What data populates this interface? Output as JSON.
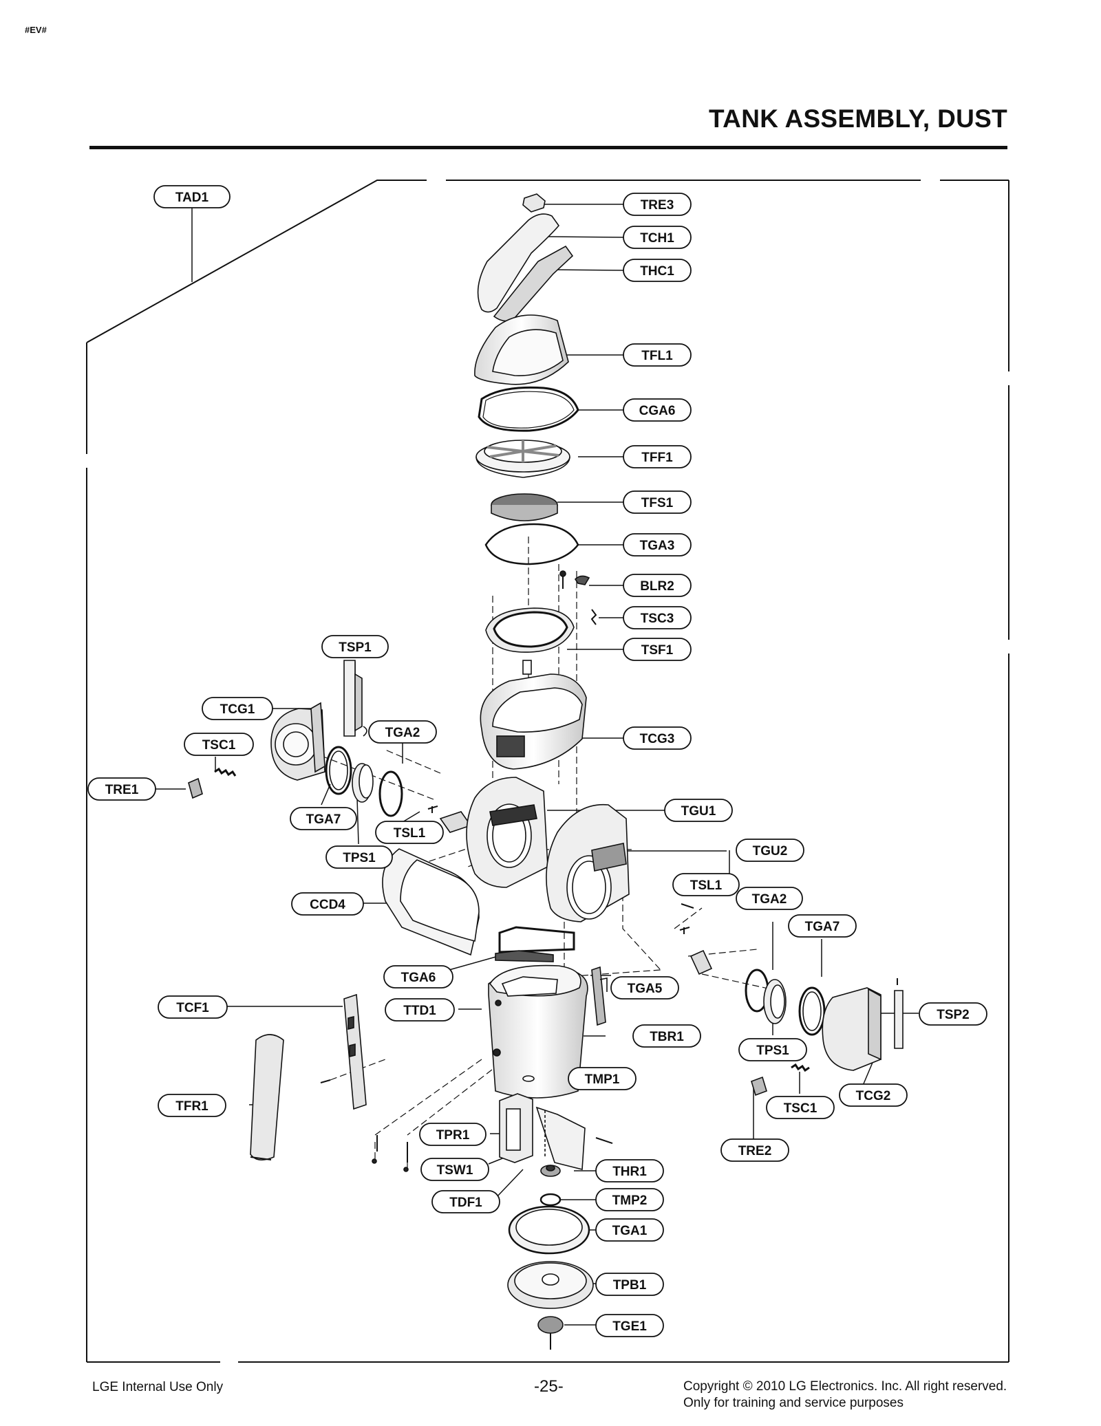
{
  "header": {
    "doc_code": "#EV#",
    "title": "TANK ASSEMBLY, DUST"
  },
  "callouts": [
    {
      "id": "TAD1",
      "label": "TAD1"
    },
    {
      "id": "TRE3",
      "label": "TRE3"
    },
    {
      "id": "TCH1",
      "label": "TCH1"
    },
    {
      "id": "THC1",
      "label": "THC1"
    },
    {
      "id": "TFL1",
      "label": "TFL1"
    },
    {
      "id": "CGA6",
      "label": "CGA6"
    },
    {
      "id": "TFF1",
      "label": "TFF1"
    },
    {
      "id": "TFS1",
      "label": "TFS1"
    },
    {
      "id": "TGA3",
      "label": "TGA3"
    },
    {
      "id": "BLR2",
      "label": "BLR2"
    },
    {
      "id": "TSC3",
      "label": "TSC3"
    },
    {
      "id": "TSF1",
      "label": "TSF1"
    },
    {
      "id": "TSP1",
      "label": "TSP1"
    },
    {
      "id": "TCG1",
      "label": "TCG1"
    },
    {
      "id": "TGA2-left",
      "label": "TGA2"
    },
    {
      "id": "TSC1-left",
      "label": "TSC1"
    },
    {
      "id": "TCG3",
      "label": "TCG3"
    },
    {
      "id": "TRE1",
      "label": "TRE1"
    },
    {
      "id": "TGA7-left",
      "label": "TGA7"
    },
    {
      "id": "TSL1-left",
      "label": "TSL1"
    },
    {
      "id": "TGU1",
      "label": "TGU1"
    },
    {
      "id": "TPS1-left",
      "label": "TPS1"
    },
    {
      "id": "TGU2",
      "label": "TGU2"
    },
    {
      "id": "TSL1-right",
      "label": "TSL1"
    },
    {
      "id": "CCD4",
      "label": "CCD4"
    },
    {
      "id": "TGA2-right",
      "label": "TGA2"
    },
    {
      "id": "TGA7-right",
      "label": "TGA7"
    },
    {
      "id": "TGA6",
      "label": "TGA6"
    },
    {
      "id": "TGA5",
      "label": "TGA5"
    },
    {
      "id": "TCF1",
      "label": "TCF1"
    },
    {
      "id": "TTD1",
      "label": "TTD1"
    },
    {
      "id": "TSP2",
      "label": "TSP2"
    },
    {
      "id": "TBR1",
      "label": "TBR1"
    },
    {
      "id": "TPS1-right",
      "label": "TPS1"
    },
    {
      "id": "TMP1",
      "label": "TMP1"
    },
    {
      "id": "TCG2",
      "label": "TCG2"
    },
    {
      "id": "TFR1",
      "label": "TFR1"
    },
    {
      "id": "TSC1-right",
      "label": "TSC1"
    },
    {
      "id": "TPR1",
      "label": "TPR1"
    },
    {
      "id": "TRE2",
      "label": "TRE2"
    },
    {
      "id": "TSW1",
      "label": "TSW1"
    },
    {
      "id": "THR1",
      "label": "THR1"
    },
    {
      "id": "TDF1",
      "label": "TDF1"
    },
    {
      "id": "TMP2",
      "label": "TMP2"
    },
    {
      "id": "TGA1",
      "label": "TGA1"
    },
    {
      "id": "TPB1",
      "label": "TPB1"
    },
    {
      "id": "TGE1",
      "label": "TGE1"
    }
  ],
  "footer": {
    "left": "LGE Internal Use Only",
    "page": "-25-",
    "copyright_line1": "Copyright © 2010 LG Electronics. Inc. All right reserved.",
    "copyright_line2": "Only for training and service purposes"
  }
}
